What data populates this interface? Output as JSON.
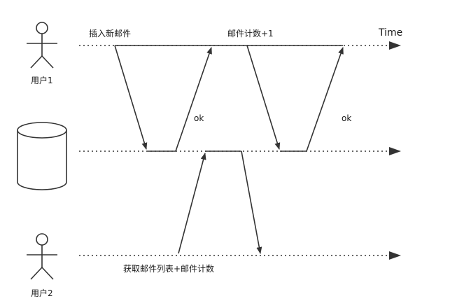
{
  "labels": {
    "time": "Time",
    "insert_mail": "插入新邮件",
    "mail_count_inc": "邮件计数+1",
    "ok1": "ok",
    "ok2": "ok",
    "fetch_list": "获取邮件列表+邮件计数"
  },
  "actors": {
    "user1": "用户1",
    "user2": "用户2"
  },
  "colors": {
    "line": "#333333",
    "text": "#1a1a1a",
    "background": "#ffffff"
  }
}
